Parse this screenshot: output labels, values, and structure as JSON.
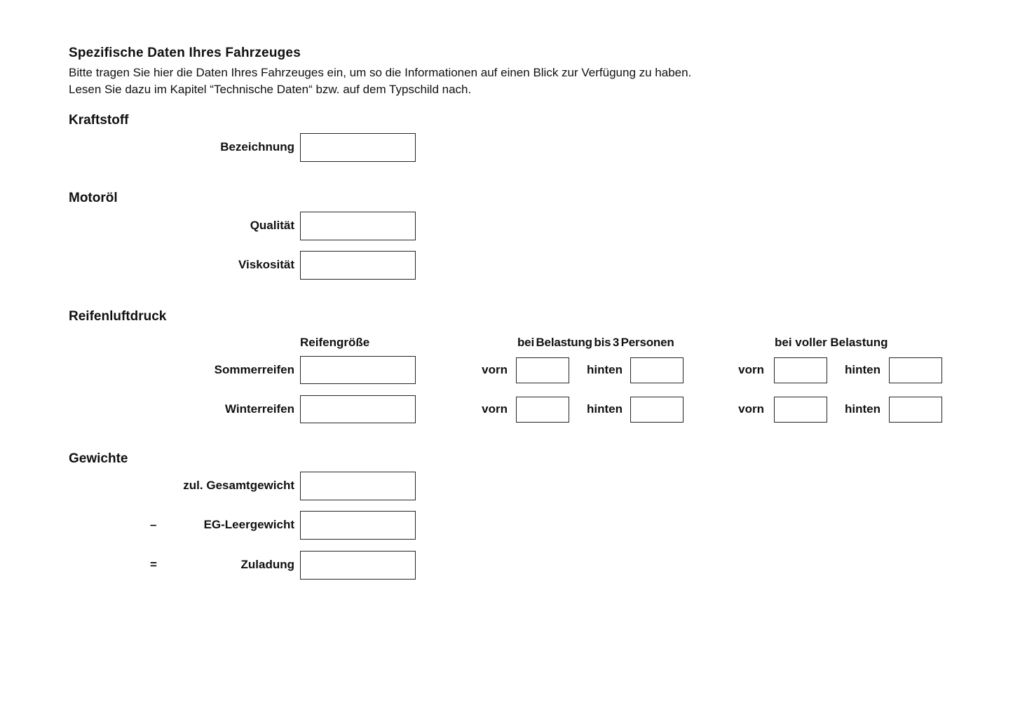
{
  "header": {
    "title": "Spezifische Daten Ihres Fahrzeuges",
    "intro": [
      "Bitte tragen Sie hier die Daten Ihres Fahrzeuges ein, um so die Informationen auf einen Blick zur Verfügung zu haben.",
      "Lesen Sie dazu im Kapitel “Technische Daten“ bzw. auf dem Typschild nach."
    ]
  },
  "colors": {
    "text": "#101010",
    "box_border": "#242424",
    "background": "#ffffff"
  },
  "sections": {
    "kraftstoff": {
      "heading": "Kraftstoff",
      "bezeichnung": {
        "label": "Bezeichnung",
        "value": ""
      }
    },
    "motoroel": {
      "heading": "Motoröl",
      "qualitaet": {
        "label": "Qualität",
        "value": ""
      },
      "viskositaet": {
        "label": "Viskosität",
        "value": ""
      }
    },
    "reifenluftdruck": {
      "heading": "Reifenluftdruck",
      "col_reifengroesse": "Reifengröße",
      "col_belastung3": "bei Belastung bis 3 Personen",
      "col_voll": "bei voller Belastung",
      "vorn_label": "vorn",
      "hinten_label": "hinten",
      "rows": [
        {
          "label": "Sommerreifen",
          "reifengroesse": "",
          "belastung3_vorn": "",
          "belastung3_hinten": "",
          "voll_vorn": "",
          "voll_hinten": ""
        },
        {
          "label": "Winterreifen",
          "reifengroesse": "",
          "belastung3_vorn": "",
          "belastung3_hinten": "",
          "voll_vorn": "",
          "voll_hinten": ""
        }
      ]
    },
    "gewichte": {
      "heading": "Gewichte",
      "rows": [
        {
          "operator": "",
          "label": "zul. Gesamtgewicht",
          "value": ""
        },
        {
          "operator": "–",
          "label": "EG-Leergewicht",
          "value": ""
        },
        {
          "operator": "=",
          "label": "Zuladung",
          "value": ""
        }
      ]
    }
  }
}
